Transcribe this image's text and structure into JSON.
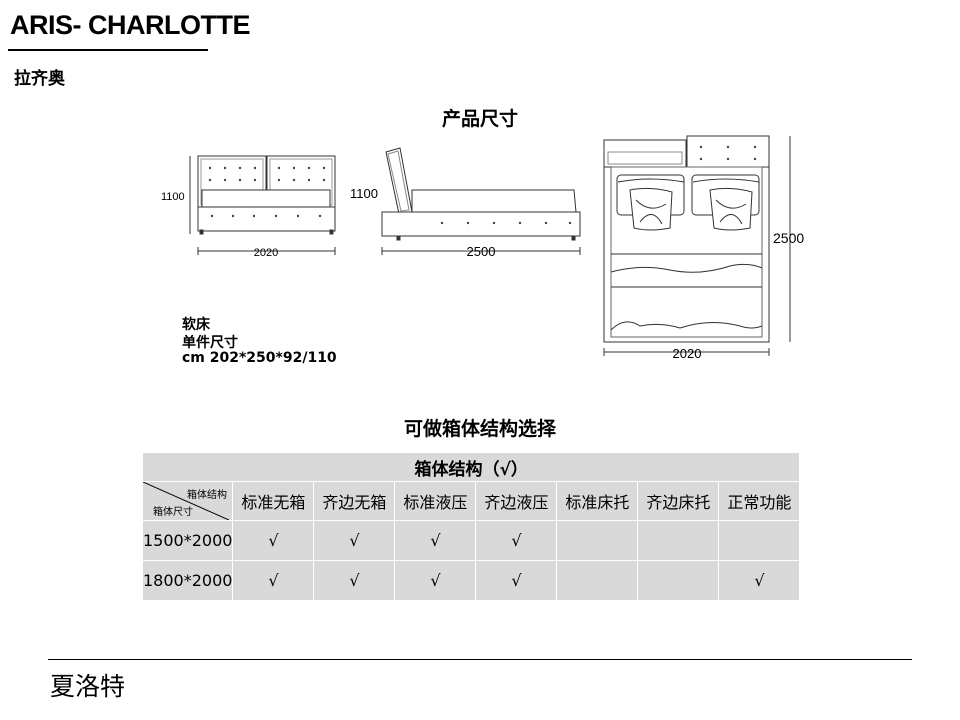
{
  "header": {
    "brand": "ARIS- CHARLOTTE",
    "subtitle": "拉齐奥"
  },
  "dimensions": {
    "title": "产品尺寸",
    "front_height": "1100",
    "front_width": "2020",
    "side_height": "1100",
    "side_length": "2500",
    "top_length": "2500",
    "top_width": "2020"
  },
  "spec": {
    "line1": "软床",
    "line2": "单件尺寸",
    "line3": "cm 202*250*92/110"
  },
  "options": {
    "title": "可做箱体结构选择",
    "table_header": "箱体结构（√）",
    "corner_top": "箱体结构",
    "corner_bottom": "箱体尺寸",
    "columns": [
      "标准无箱",
      "齐边无箱",
      "标准液压",
      "齐边液压",
      "标准床托",
      "齐边床托",
      "正常功能"
    ],
    "rows": [
      {
        "size": "1500*2000",
        "cells": [
          "√",
          "√",
          "√",
          "√",
          "",
          "",
          ""
        ]
      },
      {
        "size": "1800*2000",
        "cells": [
          "√",
          "√",
          "√",
          "√",
          "",
          "",
          "√"
        ]
      }
    ]
  },
  "footer": {
    "name": "夏洛特"
  }
}
